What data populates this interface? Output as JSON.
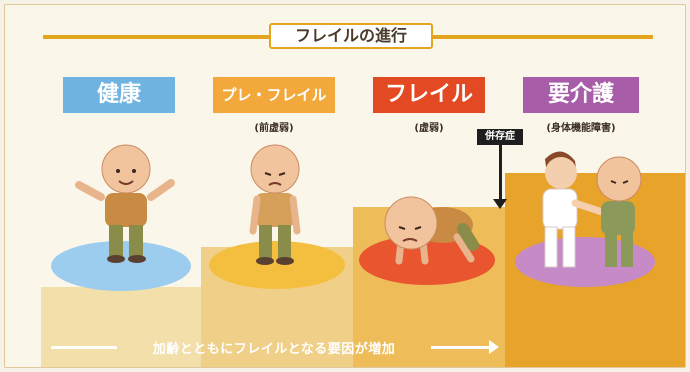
{
  "title": "フレイルの進行",
  "stages": [
    {
      "label": "健康",
      "sub": "",
      "color": "#6fb3e2"
    },
    {
      "label": "プレ・フレイル",
      "sub": "(前虚弱)",
      "color": "#f2a83a"
    },
    {
      "label": "フレイル",
      "sub": "(虚弱)",
      "color": "#e34a24"
    },
    {
      "label": "要介護",
      "sub": "(身体機能障害)",
      "color": "#a85da9"
    }
  ],
  "comorbidity_label": "併存症",
  "bottom_text": "加齢とともにフレイルとなる要因が増加",
  "colors": {
    "accent_line": "#e3a51d",
    "step_light": "#f3dfaa",
    "step_dark": "#e7a32a"
  }
}
